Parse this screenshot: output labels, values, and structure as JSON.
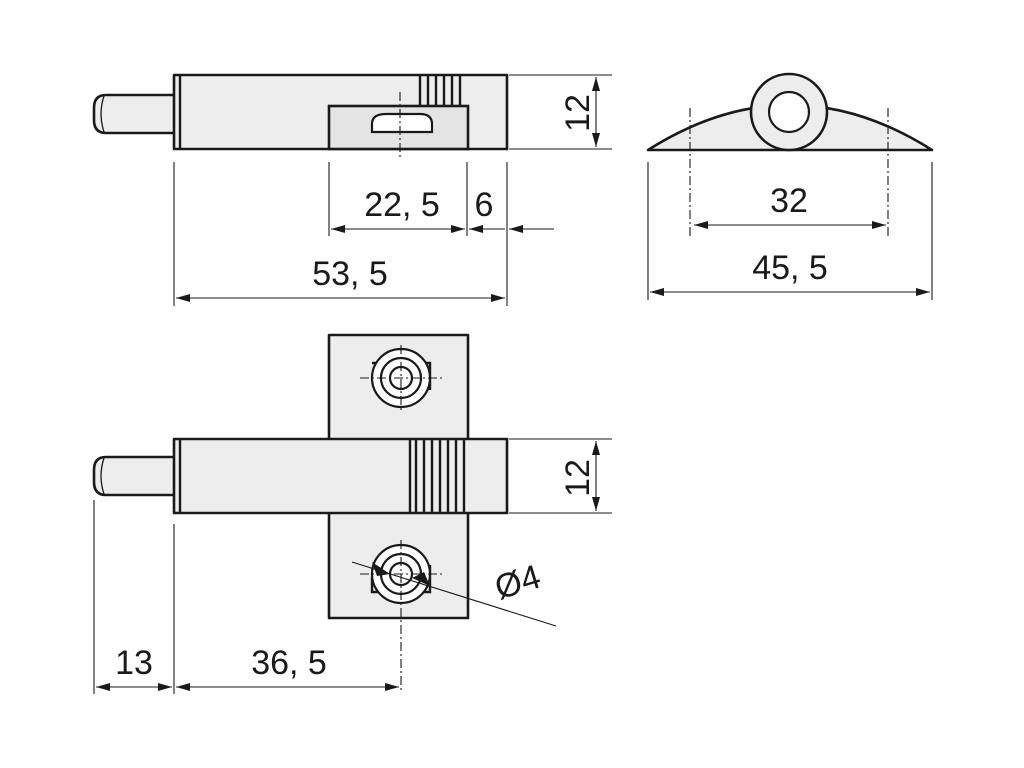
{
  "top_view": {
    "dimensions": {
      "height": "12",
      "slot_width": "22, 5",
      "end_width": "6",
      "overall_length": "53, 5"
    }
  },
  "end_view": {
    "dimensions": {
      "hole_spacing": "32",
      "overall_width": "45, 5"
    }
  },
  "front_view": {
    "dimensions": {
      "height": "12",
      "diameter": "Ø4",
      "plunger_length": "13",
      "hole_offset": "36, 5"
    }
  }
}
